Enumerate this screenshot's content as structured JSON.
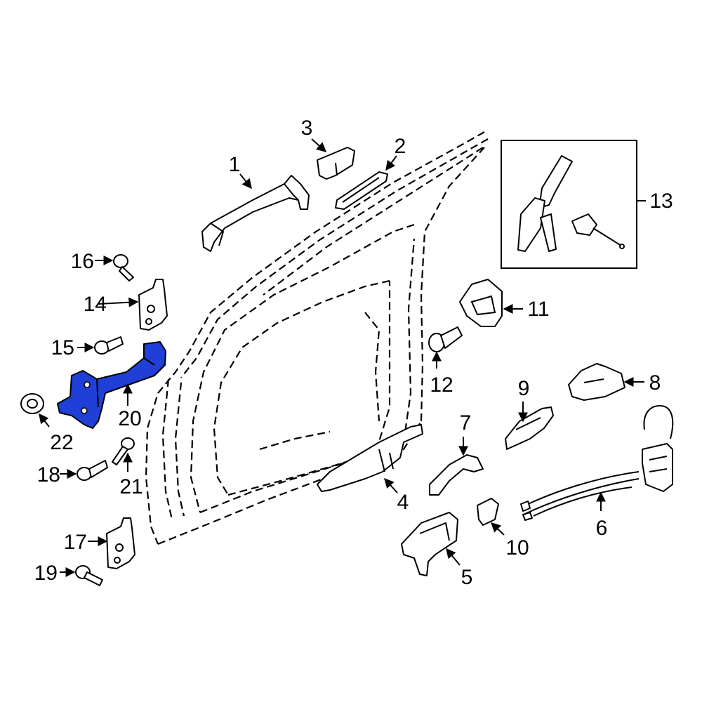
{
  "callouts": [
    {
      "id": "1",
      "text": "1"
    },
    {
      "id": "2",
      "text": "2"
    },
    {
      "id": "3",
      "text": "3"
    },
    {
      "id": "4",
      "text": "4"
    },
    {
      "id": "5",
      "text": "5"
    },
    {
      "id": "6",
      "text": "6"
    },
    {
      "id": "7",
      "text": "7"
    },
    {
      "id": "8",
      "text": "8"
    },
    {
      "id": "9",
      "text": "9"
    },
    {
      "id": "10",
      "text": "10"
    },
    {
      "id": "11",
      "text": "11"
    },
    {
      "id": "12",
      "text": "12"
    },
    {
      "id": "13",
      "text": "13"
    },
    {
      "id": "14",
      "text": "14"
    },
    {
      "id": "15",
      "text": "15"
    },
    {
      "id": "16",
      "text": "16"
    },
    {
      "id": "17",
      "text": "17"
    },
    {
      "id": "18",
      "text": "18"
    },
    {
      "id": "19",
      "text": "19"
    },
    {
      "id": "20",
      "text": "20"
    },
    {
      "id": "21",
      "text": "21"
    },
    {
      "id": "22",
      "text": "22"
    }
  ],
  "highlighted_part": "20",
  "colors": {
    "highlight": "#1f3fd6",
    "stroke": "#000000",
    "background": "#ffffff"
  }
}
